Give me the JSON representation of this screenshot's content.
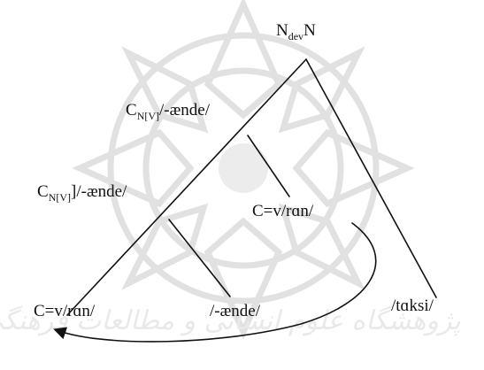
{
  "colors": {
    "ink": "#111111",
    "watermark": "#dcdcdc",
    "background": "#ffffff"
  },
  "watermark": {
    "caption": "پژوهشگاه علوم انسانی و مطالعات فرهنگی"
  },
  "nodes": {
    "root": {
      "main": "N",
      "sub": "dev",
      "tail": "N"
    },
    "c_upper": {
      "main": "C",
      "sub": "N[V]",
      "tail": "/-ænde/"
    },
    "c_lower": {
      "main": "C",
      "sub": "N[V]",
      "tail": "]/-ænde/"
    },
    "verb_mid": {
      "text": "C=v/rɑn/"
    },
    "verb_low": {
      "text": "C=v/rɑn/"
    },
    "suffix": {
      "text": "/-ænde/"
    },
    "noun": {
      "text": "/tɑksi/"
    }
  }
}
